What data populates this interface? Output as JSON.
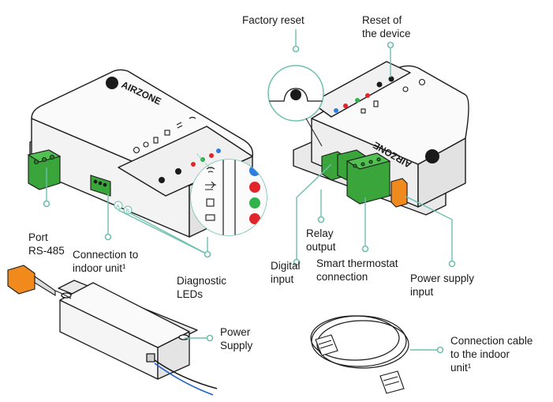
{
  "labels": {
    "factory_reset": "Factory reset",
    "reset_device_1": "Reset of",
    "reset_device_2": "the device",
    "port_1": "Port",
    "port_2": "RS-485",
    "indoor_conn_1": "Connection to",
    "indoor_conn_2": "indoor unit¹",
    "diag_1": "Diagnostic",
    "diag_2": "LEDs",
    "relay_1": "Relay",
    "relay_2": "output",
    "digital_1": "Digital",
    "digital_2": "input",
    "smart_1": "Smart thermostat",
    "smart_2": "connection",
    "psu_1": "Power supply",
    "psu_2": "input",
    "power_1": "Power",
    "power_2": "Supply",
    "cable_1": "Connection cable",
    "cable_2": "to the indoor",
    "cable_3": "unit¹"
  },
  "brand": {
    "logo_text": "AIRZONE",
    "logo_text_flipped": "AIRZONE",
    "connector_a": "A",
    "connector_b": "B"
  },
  "leds": [
    "#2f7de1",
    "#e0262b",
    "#2fb34a",
    "#e0262b"
  ],
  "colors": {
    "callout": "#6fbfae",
    "terminal_green": "#3aa53a",
    "power_orange": "#f08a1c",
    "outline": "#1a1a1a",
    "body_fill": "#f4f4f4"
  }
}
